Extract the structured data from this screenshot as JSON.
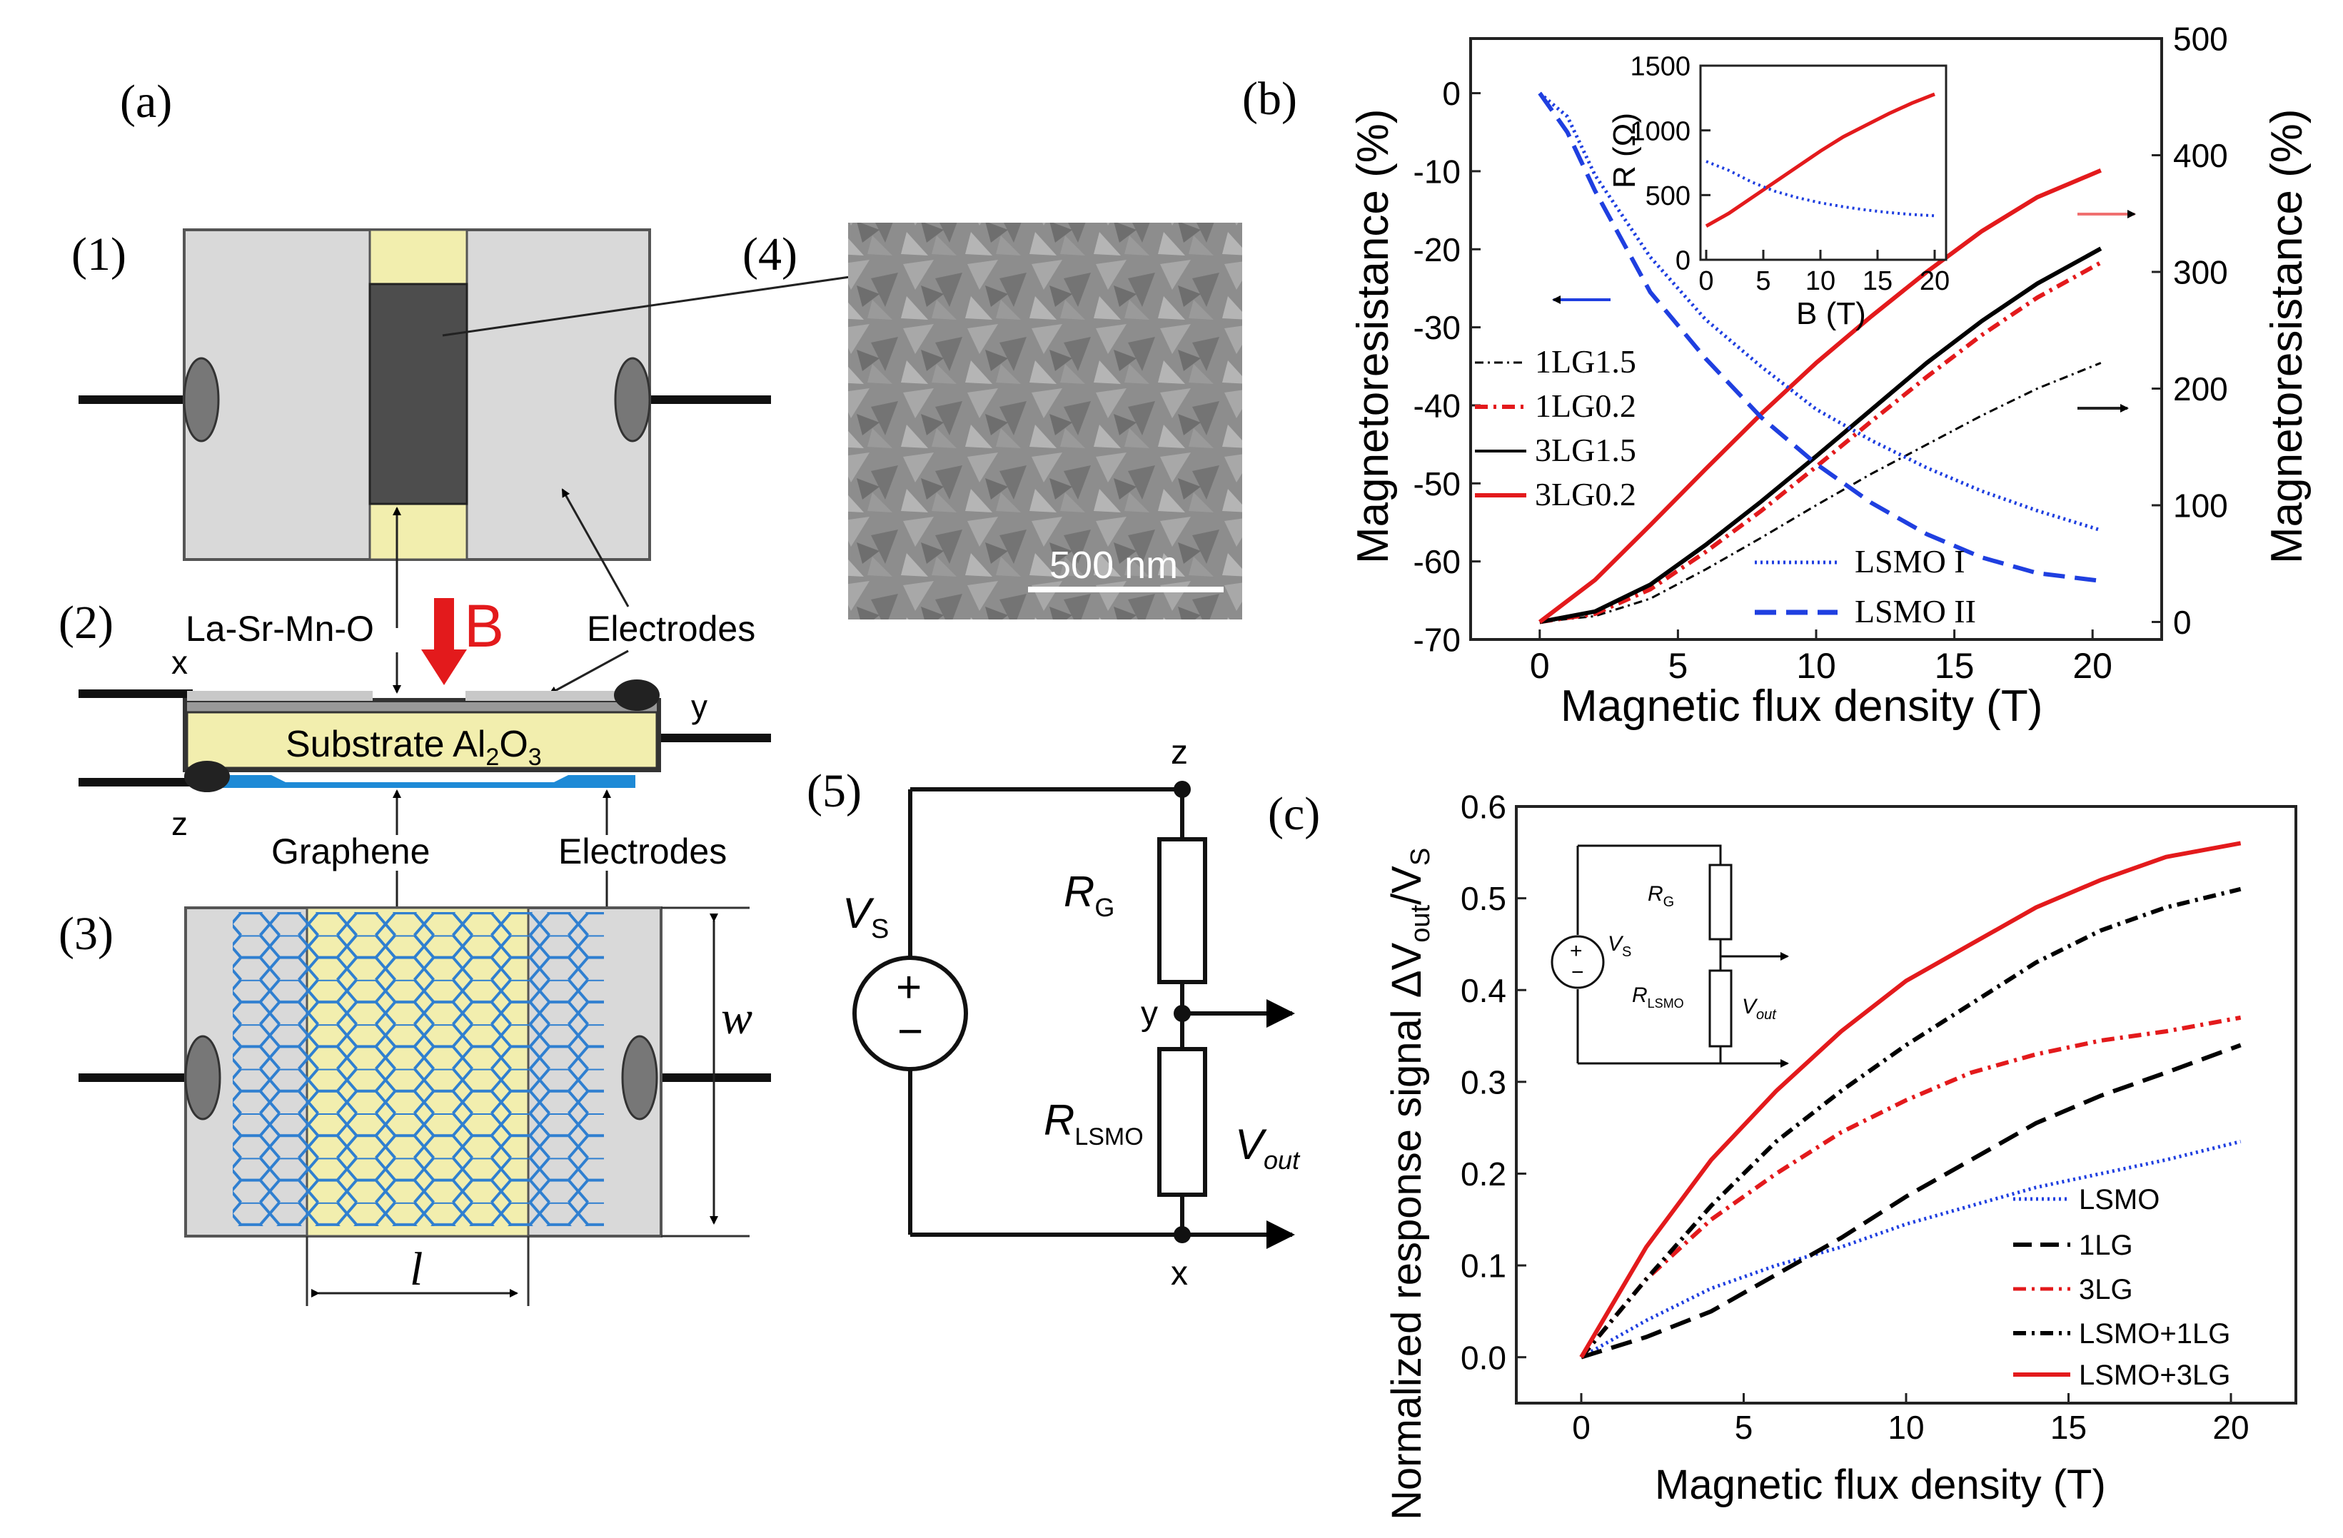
{
  "panel_labels": {
    "a": "(a)",
    "b": "(b)",
    "c": "(c)",
    "p1": "(1)",
    "p2": "(2)",
    "p3": "(3)",
    "p4": "(4)",
    "p5": "(5)"
  },
  "schematic": {
    "lsmo_label": "La-Sr-Mn-O",
    "b_label": "B",
    "electrodes_label_top": "Electrodes",
    "electrodes_label_bottom": "Electrodes",
    "substrate_label": "Substrate Al",
    "substrate_sub": "2",
    "substrate_label_end": "O",
    "substrate_sub2": "3",
    "graphene_label": "Graphene",
    "terminal_x": "x",
    "terminal_y": "y",
    "terminal_z": "z",
    "width_label": "w",
    "length_label": "l",
    "sem_scale": "500 nm"
  },
  "circuit": {
    "vs": "V",
    "vs_sub": "S",
    "rg": "R",
    "rg_sub": "G",
    "rlsmo": "R",
    "rlsmo_sub": "LSMO",
    "vout": "V",
    "vout_sub": "out",
    "node_z": "z",
    "node_y": "y",
    "node_x": "x",
    "plus": "+",
    "minus": "−"
  },
  "chart_data": [
    {
      "type": "line",
      "panel": "(b)",
      "xlabel": "Magnetic flux density (T)",
      "ylabel_left": "Magnetoresistance (%)",
      "ylabel_right": "Magnetoresistance (%)",
      "xlim": [
        -2.5,
        22.5
      ],
      "ylim_left": [
        -70,
        7
      ],
      "ylim_right": [
        -15,
        500
      ],
      "xticks": [
        0,
        5,
        10,
        15,
        20
      ],
      "yticks_left": [
        0,
        -10,
        -20,
        -30,
        -40,
        -50,
        -60,
        -70
      ],
      "yticks_right": [
        0,
        100,
        200,
        300,
        400,
        500
      ],
      "series": [
        {
          "name": "1LG1.5",
          "axis": "right",
          "color": "#000000",
          "style": "dashdot-thin",
          "x": [
            0,
            2,
            4,
            6,
            8,
            10,
            12,
            14,
            16,
            18,
            20.3
          ],
          "y": [
            0,
            5,
            20,
            45,
            72,
            100,
            127,
            152,
            177,
            200,
            222
          ]
        },
        {
          "name": "1LG0.2",
          "axis": "right",
          "color": "#e31a1c",
          "style": "dashdot",
          "x": [
            0,
            2,
            4,
            6,
            8,
            10,
            12,
            14,
            16,
            18,
            20.3
          ],
          "y": [
            0,
            7,
            28,
            60,
            95,
            133,
            172,
            210,
            246,
            278,
            308
          ]
        },
        {
          "name": "3LG1.5",
          "axis": "right",
          "color": "#000000",
          "style": "solid",
          "x": [
            0,
            2,
            4,
            6,
            8,
            10,
            12,
            14,
            16,
            18,
            20.3
          ],
          "y": [
            0,
            9,
            32,
            66,
            103,
            142,
            182,
            222,
            258,
            290,
            320
          ]
        },
        {
          "name": "3LG0.2",
          "axis": "right",
          "color": "#e31a1c",
          "style": "solid",
          "x": [
            0,
            2,
            4,
            6,
            8,
            10,
            12,
            14,
            16,
            18,
            20.3
          ],
          "y": [
            0,
            36,
            83,
            131,
            178,
            222,
            262,
            300,
            335,
            364,
            387
          ]
        },
        {
          "name": "LSMO I",
          "axis": "left",
          "color": "#1f3fe0",
          "style": "dotted",
          "x": [
            0,
            1,
            2,
            4,
            6,
            8,
            10,
            12,
            14,
            16,
            18,
            20.3
          ],
          "y": [
            0,
            -3,
            -10.5,
            -21,
            -29,
            -35,
            -40.5,
            -44.5,
            -48,
            -51,
            -53.5,
            -56
          ]
        },
        {
          "name": "LSMO II",
          "axis": "left",
          "color": "#1f3fe0",
          "style": "dashed",
          "x": [
            0,
            1,
            2,
            4,
            6,
            8,
            10,
            12,
            14,
            16,
            18,
            20.3
          ],
          "y": [
            0,
            -5,
            -12.5,
            -25.5,
            -34,
            -41.5,
            -47.5,
            -52.5,
            -56.5,
            -59.5,
            -61.5,
            -62.5
          ]
        }
      ],
      "legend": [
        "1LG1.5",
        "1LG0.2",
        "3LG1.5",
        "3LG0.2",
        "LSMO I",
        "LSMO II"
      ],
      "inset": {
        "xlabel": "B (T)",
        "ylabel": "R (Ω)",
        "xlim": [
          -0.5,
          21
        ],
        "ylim": [
          0,
          1500
        ],
        "xticks": [
          0,
          5,
          10,
          15,
          20
        ],
        "yticks": [
          0,
          500,
          1000,
          1500
        ],
        "series": [
          {
            "name": "",
            "color": "#e31a1c",
            "style": "solid",
            "x": [
              0,
              2,
              4,
              6,
              8,
              10,
              12,
              14,
              16,
              18,
              20
            ],
            "y": [
              260,
              360,
              480,
              600,
              720,
              840,
              950,
              1040,
              1130,
              1210,
              1280
            ]
          },
          {
            "name": "",
            "color": "#1f3fe0",
            "style": "dotted",
            "x": [
              0,
              2,
              4,
              6,
              8,
              10,
              12,
              14,
              16,
              18,
              20
            ],
            "y": [
              760,
              690,
              600,
              530,
              480,
              440,
              410,
              385,
              365,
              350,
              340
            ]
          }
        ]
      }
    },
    {
      "type": "line",
      "panel": "(c)",
      "xlabel": "Magnetic flux density (T)",
      "ylabel": "Normalized response signal ΔV",
      "ylabel_sub1": "out",
      "ylabel_mid": "/V",
      "ylabel_sub2": "S",
      "xlim": [
        -2,
        22
      ],
      "ylim": [
        -0.05,
        0.6
      ],
      "xticks": [
        0,
        5,
        10,
        15,
        20
      ],
      "yticks": [
        0.0,
        0.1,
        0.2,
        0.3,
        0.4,
        0.5,
        0.6
      ],
      "series": [
        {
          "name": "LSMO",
          "color": "#1f3fe0",
          "style": "dotted",
          "x": [
            0,
            2,
            4,
            6,
            8,
            10,
            12,
            14,
            16,
            18,
            20.3
          ],
          "y": [
            0,
            0.04,
            0.075,
            0.1,
            0.12,
            0.145,
            0.165,
            0.185,
            0.2,
            0.215,
            0.235
          ]
        },
        {
          "name": "1LG",
          "color": "#000000",
          "style": "dashed",
          "x": [
            0,
            2,
            4,
            6,
            8,
            10,
            12,
            14,
            16,
            18,
            20.3
          ],
          "y": [
            0,
            0.022,
            0.05,
            0.09,
            0.13,
            0.175,
            0.215,
            0.255,
            0.285,
            0.31,
            0.34
          ]
        },
        {
          "name": "3LG",
          "color": "#e31a1c",
          "style": "dashdot",
          "x": [
            0,
            2,
            4,
            6,
            8,
            10,
            12,
            14,
            16,
            18,
            20.3
          ],
          "y": [
            0,
            0.085,
            0.15,
            0.2,
            0.245,
            0.28,
            0.31,
            0.33,
            0.345,
            0.355,
            0.37
          ]
        },
        {
          "name": "LSMO+1LG",
          "color": "#000000",
          "style": "dashdot",
          "x": [
            0,
            2,
            4,
            6,
            8,
            10,
            12,
            14,
            16,
            18,
            20.3
          ],
          "y": [
            0,
            0.085,
            0.165,
            0.235,
            0.29,
            0.34,
            0.385,
            0.43,
            0.465,
            0.49,
            0.51
          ]
        },
        {
          "name": "LSMO+3LG",
          "color": "#e31a1c",
          "style": "solid",
          "x": [
            0,
            2,
            4,
            6,
            8,
            10,
            12,
            14,
            16,
            18,
            20.3
          ],
          "y": [
            0,
            0.12,
            0.215,
            0.29,
            0.355,
            0.41,
            0.45,
            0.49,
            0.52,
            0.545,
            0.56
          ]
        }
      ],
      "legend": [
        "LSMO",
        "1LG",
        "3LG",
        "LSMO+1LG",
        "LSMO+3LG"
      ],
      "inset_circuit": {
        "vs": "V",
        "vs_sub": "S",
        "rg": "R",
        "rg_sub": "G",
        "rlsmo": "R",
        "rlsmo_sub": "LSMO",
        "vout": "V",
        "vout_sub": "out"
      }
    }
  ]
}
